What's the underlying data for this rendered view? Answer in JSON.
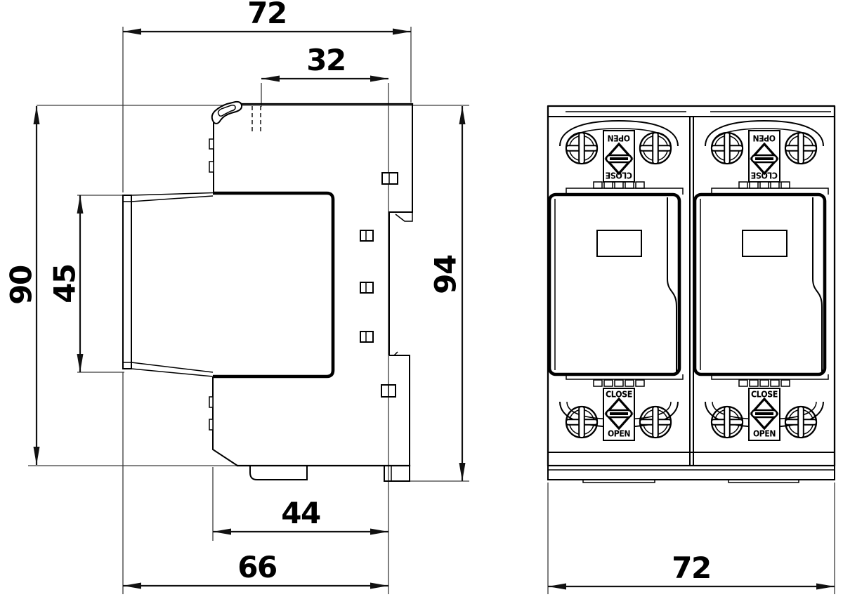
{
  "side_view": {
    "dims": {
      "total_depth": "72",
      "rail_offset": "32",
      "body_height": "90",
      "module_height": "45",
      "total_height": "94",
      "lower_depth": "44",
      "base_depth": "66"
    }
  },
  "front_view": {
    "dims": {
      "total_width": "72"
    },
    "labels": {
      "open": "OPEN",
      "close": "CLOSE"
    }
  },
  "colors": {
    "line": "#000000",
    "dimension_line": "#111111",
    "background": "#ffffff"
  }
}
